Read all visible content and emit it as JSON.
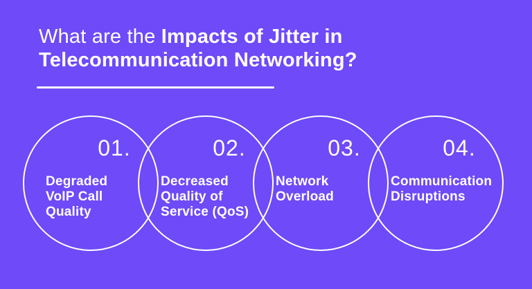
{
  "colors": {
    "background": "#6E4AF8",
    "text": "#FFFFFF"
  },
  "title": {
    "prefix": "What are the ",
    "bold_line1": "Impacts of Jitter in",
    "bold_line2": "Telecommunication Networking?"
  },
  "items": [
    {
      "number": "01.",
      "label": "Degraded VoIP Call Quality",
      "lines": [
        "Degraded",
        "VoIP Call",
        "Quality"
      ]
    },
    {
      "number": "02.",
      "label": "Decreased Quality of Service (QoS)",
      "lines": [
        "Decreased",
        "Quality of",
        "Service (QoS)"
      ]
    },
    {
      "number": "03.",
      "label": "Network Overload",
      "lines": [
        "Network",
        "Overload"
      ]
    },
    {
      "number": "04.",
      "label": "Communication Disruptions",
      "lines": [
        "Communication",
        "Disruptions"
      ]
    }
  ]
}
